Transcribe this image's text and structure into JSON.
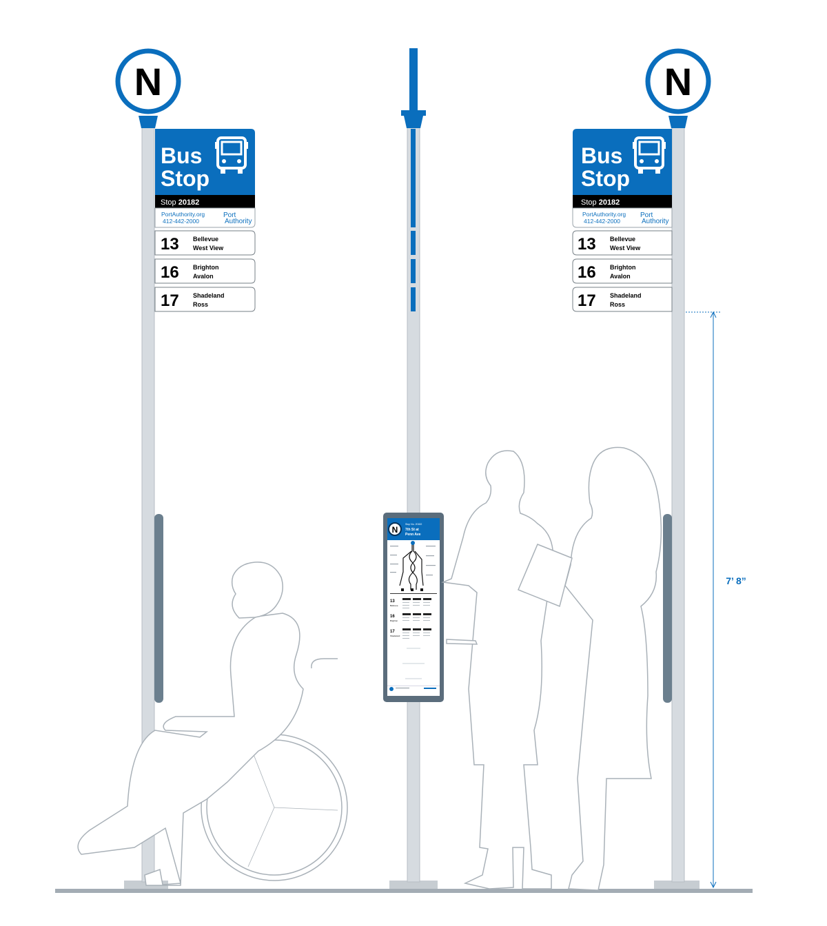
{
  "colors": {
    "blue": "#0a6ebd",
    "pole": "#d6dbe0",
    "gray": "#6b7f8e",
    "black": "#000000",
    "silhouette_stroke": "#a9b1b8"
  },
  "stop_marker": {
    "letter": "N"
  },
  "sign": {
    "title_line1": "Bus",
    "title_line2": "Stop",
    "icon": "bus-icon",
    "stop_label": "Stop",
    "stop_number": "20182",
    "website": "PortAuthority.org",
    "phone": "412-442-2000",
    "brand_line1": "Port",
    "brand_line2": "Authority"
  },
  "routes": [
    {
      "number": "13",
      "line1": "Bellevue",
      "line2": "West View"
    },
    {
      "number": "16",
      "line1": "Brighton",
      "line2": "Avalon"
    },
    {
      "number": "17",
      "line1": "Shadeland",
      "line2": "Ross"
    }
  ],
  "kiosk": {
    "letter": "N",
    "stop_line": "Stop No. 20182",
    "location_line1": "7th St at",
    "location_line2": "Penn Ave",
    "route_numbers": [
      "13",
      "16",
      "17"
    ],
    "route_names": [
      "Bellevue",
      "Brighton",
      "Shadeland"
    ]
  },
  "dimension": {
    "label": "7’ 8”"
  }
}
